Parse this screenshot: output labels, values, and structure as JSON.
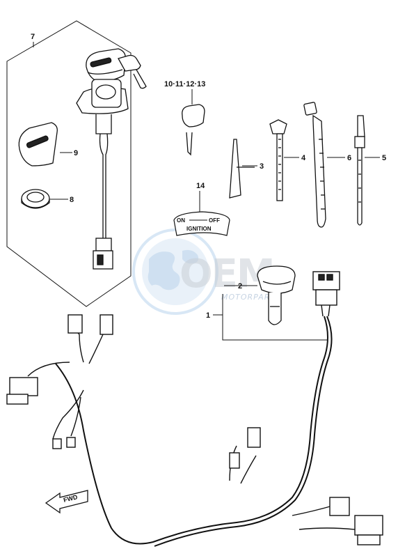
{
  "callouts": {
    "c7": "7",
    "c9": "9",
    "c8": "8",
    "c10_13": "10·11·12·13",
    "c14": "14",
    "c3": "3",
    "c4": "4",
    "c6": "6",
    "c5": "5",
    "c2": "2",
    "c1": "1"
  },
  "ignition_label": {
    "on": "ON",
    "off": "OFF",
    "ignition": "IGNITION"
  },
  "watermark": {
    "brand": "OEM",
    "sub": "MOTORPARTS"
  },
  "fwd_arrow_text": "FWD",
  "colors": {
    "line": "#111111",
    "watermark_globe": "#b9d4ee",
    "watermark_text": "#c9cfd6"
  }
}
